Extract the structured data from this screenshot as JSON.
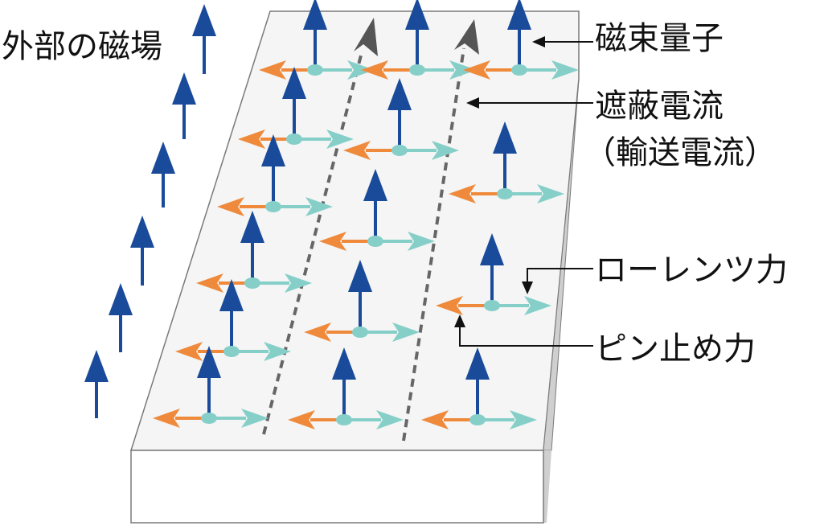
{
  "labels": {
    "external_field": "外部の磁場",
    "flux_quantum": "磁束量子",
    "shielding_current": "遮蔽電流",
    "transport_current": "（輸送電流）",
    "lorentz_force": "ローレンツ力",
    "pinning_force": "ピン止め力"
  },
  "colors": {
    "field_arrow": "#1a4a9a",
    "lorentz_arrow": "#86cfc9",
    "pinning_arrow": "#ef8a3c",
    "vortex_core": "#86cfc9",
    "current_line": "#666666",
    "plate_top": "#f4f5f4",
    "plate_side": "#cfcfcf",
    "plate_edge": "#7a7a7a",
    "annotation": "#111111"
  },
  "icons": {
    "field_arrow": "up-arrow-icon",
    "lorentz_arrow": "right-arrow-icon",
    "pinning_arrow": "left-arrow-icon",
    "current_direction": "current-direction-arrowhead-icon"
  }
}
